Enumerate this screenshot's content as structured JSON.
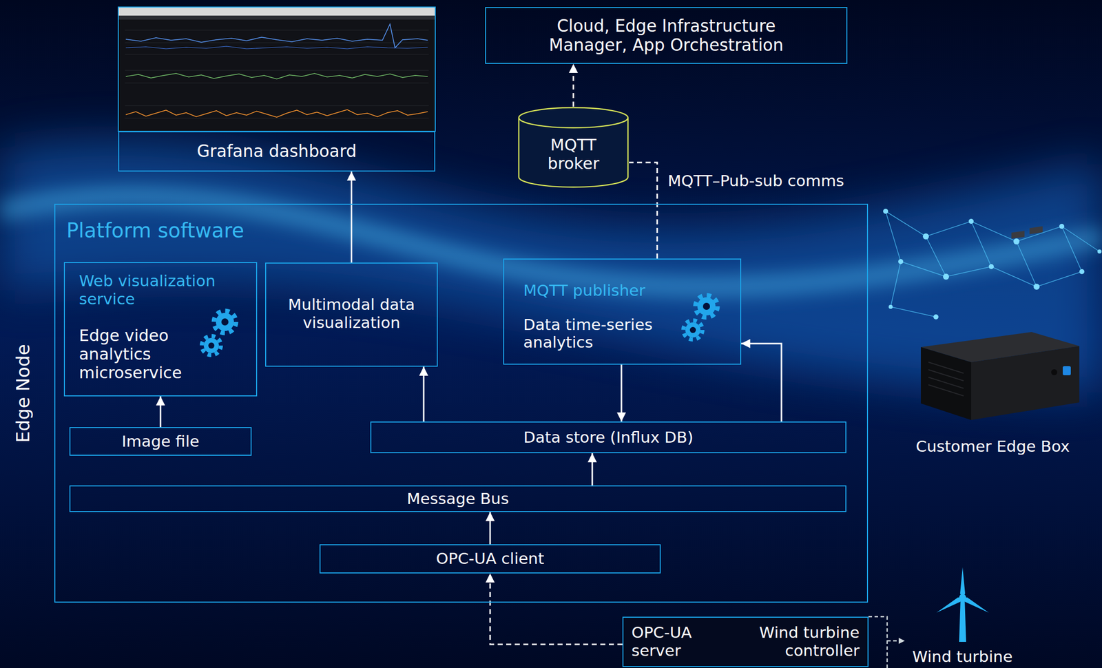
{
  "diagram": {
    "nodes": [
      {
        "text": [
          "Grafana dashboard"
        ]
      },
      {
        "text": [
          "Cloud, Edge Infrastructure Manager, App Orchestration"
        ]
      },
      {
        "text": [
          "MQTT broker"
        ]
      },
      {
        "text": [
          "Platform software"
        ]
      },
      {
        "text": [
          "Web visualization service",
          "Edge video analytics microservice"
        ],
        "in": 3
      },
      {
        "text": [
          "Multimodal data visualization"
        ],
        "in": 3
      },
      {
        "text": [
          "MQTT publisher",
          "Data time-series analytics"
        ],
        "in": 3
      },
      {
        "text": [
          "Image file"
        ],
        "in": 3
      },
      {
        "text": [
          "Data store (Influx DB)"
        ],
        "in": 3
      },
      {
        "text": [
          "Message Bus"
        ],
        "in": 3
      },
      {
        "text": [
          "OPC-UA client"
        ],
        "in": 3
      },
      {
        "text": [
          "OPC-UA server",
          "Wind turbine controller"
        ]
      }
    ],
    "edges": [
      {
        "from": 5,
        "to": 0,
        "arrow": "to"
      },
      {
        "from": 2,
        "to": 1,
        "arrow": "to"
      },
      {
        "from": 6,
        "to": 2,
        "label": "MQTT–Pub-sub comms",
        "arrow": "none"
      },
      {
        "from": 7,
        "to": 4,
        "arrow": "to"
      },
      {
        "from": 8,
        "to": 5,
        "arrow": "to"
      },
      {
        "from": 6,
        "to": 8,
        "arrow": "to"
      },
      {
        "from": 8,
        "to": 6,
        "arrow": "to"
      },
      {
        "from": 9,
        "to": 8,
        "arrow": "to"
      },
      {
        "from": 10,
        "to": 9,
        "arrow": "to"
      },
      {
        "from": 11,
        "to": 10,
        "arrow": "to"
      }
    ],
    "labels": [
      "Edge Node",
      "Customer Edge Box",
      "Wind turbine"
    ]
  }
}
